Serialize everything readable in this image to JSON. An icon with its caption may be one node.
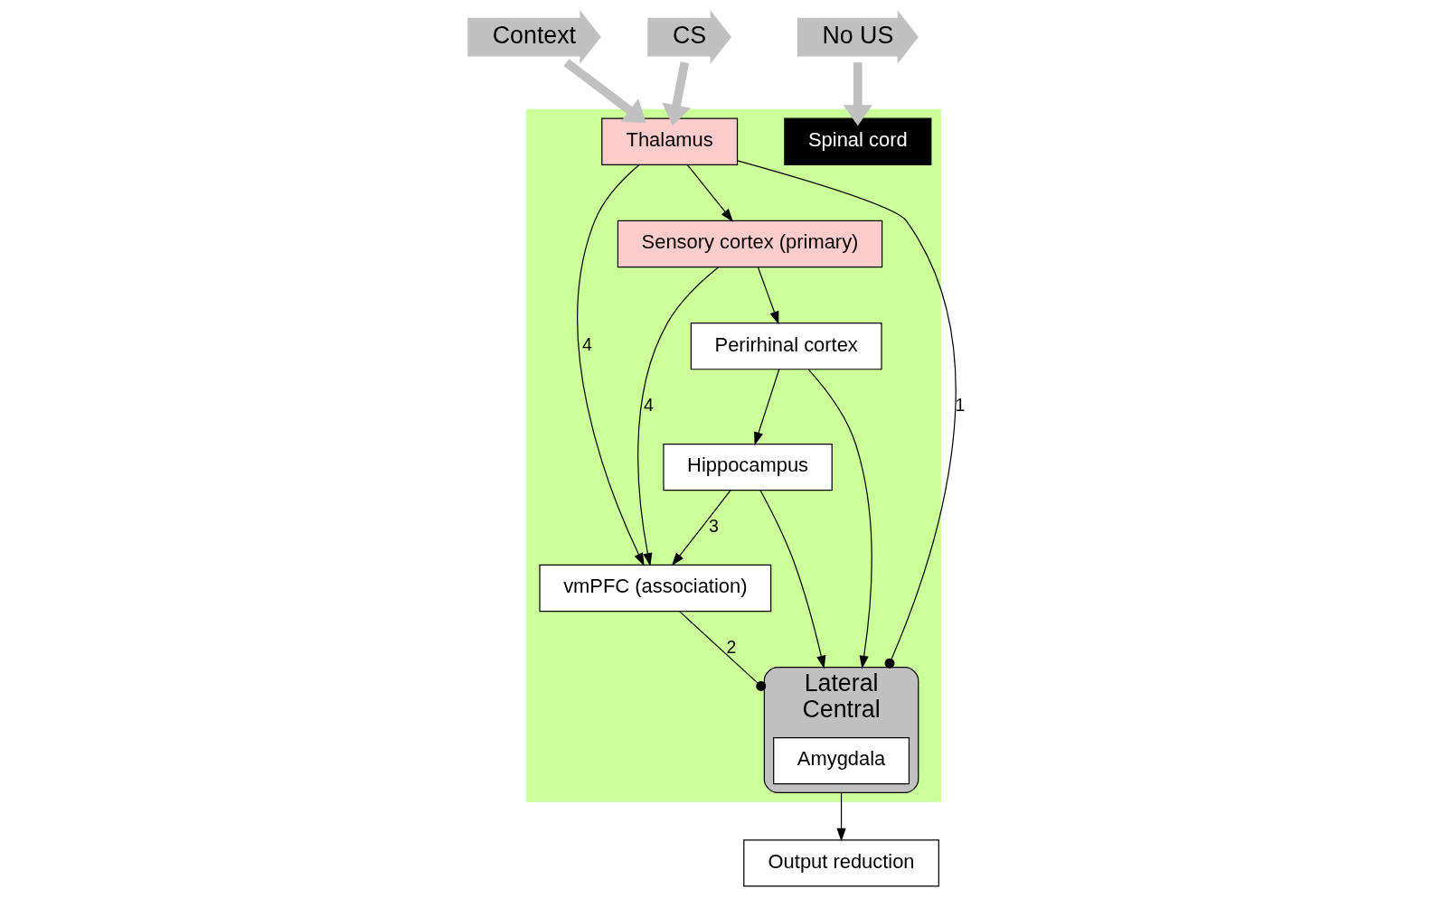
{
  "diagram": {
    "nodes": [
      {
        "text": [],
        "shape": "box"
      },
      {
        "text": [
          "Context"
        ]
      },
      {
        "text": [
          "CS"
        ]
      },
      {
        "text": [
          "No US"
        ]
      },
      {
        "text": [
          "Sensory cortex (primary)"
        ],
        "in": 0
      },
      {
        "text": [
          "vmPFC (association)"
        ],
        "in": 0
      },
      {
        "text": [
          "Perirhinal cortex"
        ],
        "in": 0
      },
      {
        "text": [
          "Thalamus"
        ],
        "in": 0
      },
      {
        "text": [
          "Lateral",
          "Central"
        ],
        "in": 0
      },
      {
        "text": [
          "Amygdala"
        ],
        "in": 8
      },
      {
        "text": [
          "Hippocampus"
        ],
        "in": 0
      },
      {
        "text": [
          "Spinal cord"
        ],
        "in": 0
      },
      {
        "text": [
          "Output reduction"
        ]
      }
    ],
    "edges": [
      {
        "from": 1,
        "to": 7,
        "arrow": "to",
        "style": "thick",
        "color": "#c0c0c0"
      },
      {
        "from": 2,
        "to": 7,
        "arrow": "to",
        "style": "thick",
        "color": "#c0c0c0"
      },
      {
        "from": 3,
        "to": 11,
        "arrow": "to",
        "style": "thick",
        "color": "#c0c0c0"
      },
      {
        "from": 7,
        "to": 4,
        "arrow": "to"
      },
      {
        "from": 7,
        "to": 5,
        "arrow": "to",
        "label": "4"
      },
      {
        "from": 4,
        "to": 5,
        "arrow": "to",
        "label": "4"
      },
      {
        "from": 4,
        "to": 6,
        "arrow": "to"
      },
      {
        "from": 5,
        "to": 8,
        "arrow": "other",
        "label": "2"
      },
      {
        "from": 7,
        "to": 8,
        "arrow": "other",
        "label": "1"
      },
      {
        "from": 6,
        "to": 10,
        "arrow": "to"
      },
      {
        "from": 6,
        "to": 8,
        "arrow": "to"
      },
      {
        "from": 10,
        "to": 8,
        "arrow": "to"
      },
      {
        "from": 10,
        "to": 5,
        "arrow": "to",
        "label": "3"
      },
      {
        "from": 8,
        "to": 12,
        "arrow": "to"
      }
    ]
  }
}
